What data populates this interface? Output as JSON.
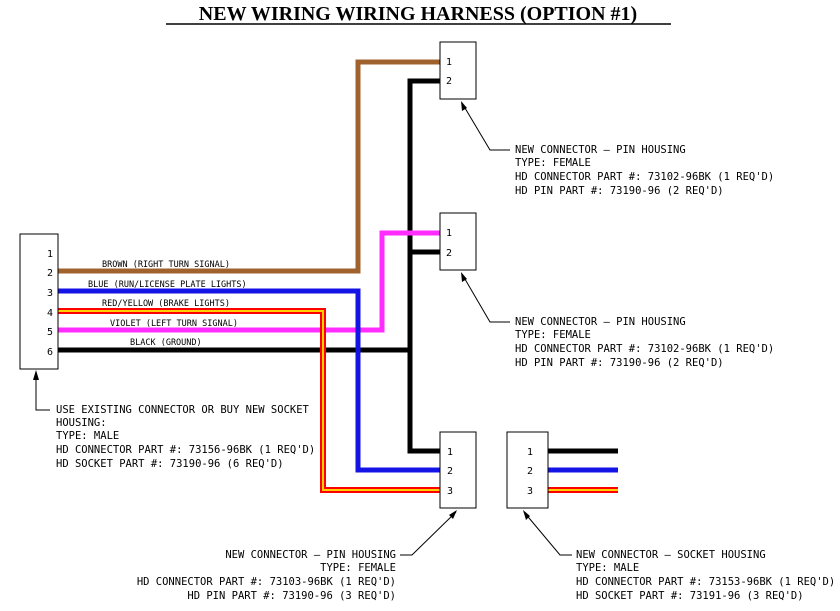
{
  "title": "NEW WIRING WIRING HARNESS (OPTION #1)",
  "wires": [
    {
      "label": "BROWN (RIGHT TURN SIGNAL)",
      "color": "#a0622d"
    },
    {
      "label": "BLUE (RUN/LICENSE PLATE LIGHTS)",
      "color": "#1414e6"
    },
    {
      "label": "RED/YELLOW (BRAKE LIGHTS)",
      "color": "#ff0000",
      "stripe": "#ffd000"
    },
    {
      "label": "VIOLET (LEFT TURN SIGNAL)",
      "color": "#ff2bff"
    },
    {
      "label": "BLACK (GROUND)",
      "color": "#000000"
    }
  ],
  "connectors": {
    "main": {
      "pins": [
        "1",
        "2",
        "3",
        "4",
        "5",
        "6"
      ],
      "note": [
        "USE EXISTING CONNECTOR OR BUY NEW SOCKET",
        "HOUSING:",
        "TYPE: MALE",
        "HD CONNECTOR PART #: 73156-96BK (1 REQ'D)",
        "HD SOCKET PART #: 73190-96 (6 REQ'D)"
      ]
    },
    "c1": {
      "pins": [
        "1",
        "2"
      ],
      "note": [
        "NEW CONNECTOR – PIN HOUSING",
        "TYPE: FEMALE",
        "HD CONNECTOR PART #: 73102-96BK (1 REQ'D)",
        "HD PIN PART #: 73190-96 (2 REQ'D)"
      ]
    },
    "c2": {
      "pins": [
        "1",
        "2"
      ],
      "note": [
        "NEW CONNECTOR – PIN HOUSING",
        "TYPE: FEMALE",
        "HD CONNECTOR PART #: 73102-96BK (1 REQ'D)",
        "HD PIN PART #: 73190-96 (2 REQ'D)"
      ]
    },
    "c3": {
      "pins": [
        "1",
        "2",
        "3"
      ],
      "note": [
        "NEW CONNECTOR – PIN HOUSING",
        "TYPE: FEMALE",
        "HD CONNECTOR PART #: 73103-96BK (1 REQ'D)",
        "HD PIN PART #: 73190-96 (3 REQ'D)"
      ]
    },
    "c4": {
      "pins": [
        "1",
        "2",
        "3"
      ],
      "note": [
        "NEW CONNECTOR – SOCKET HOUSING",
        "TYPE: MALE",
        "HD CONNECTOR PART #: 73153-96BK (1 REQ'D)",
        "HD SOCKET PART #: 73191-96 (3 REQ'D)"
      ]
    }
  }
}
